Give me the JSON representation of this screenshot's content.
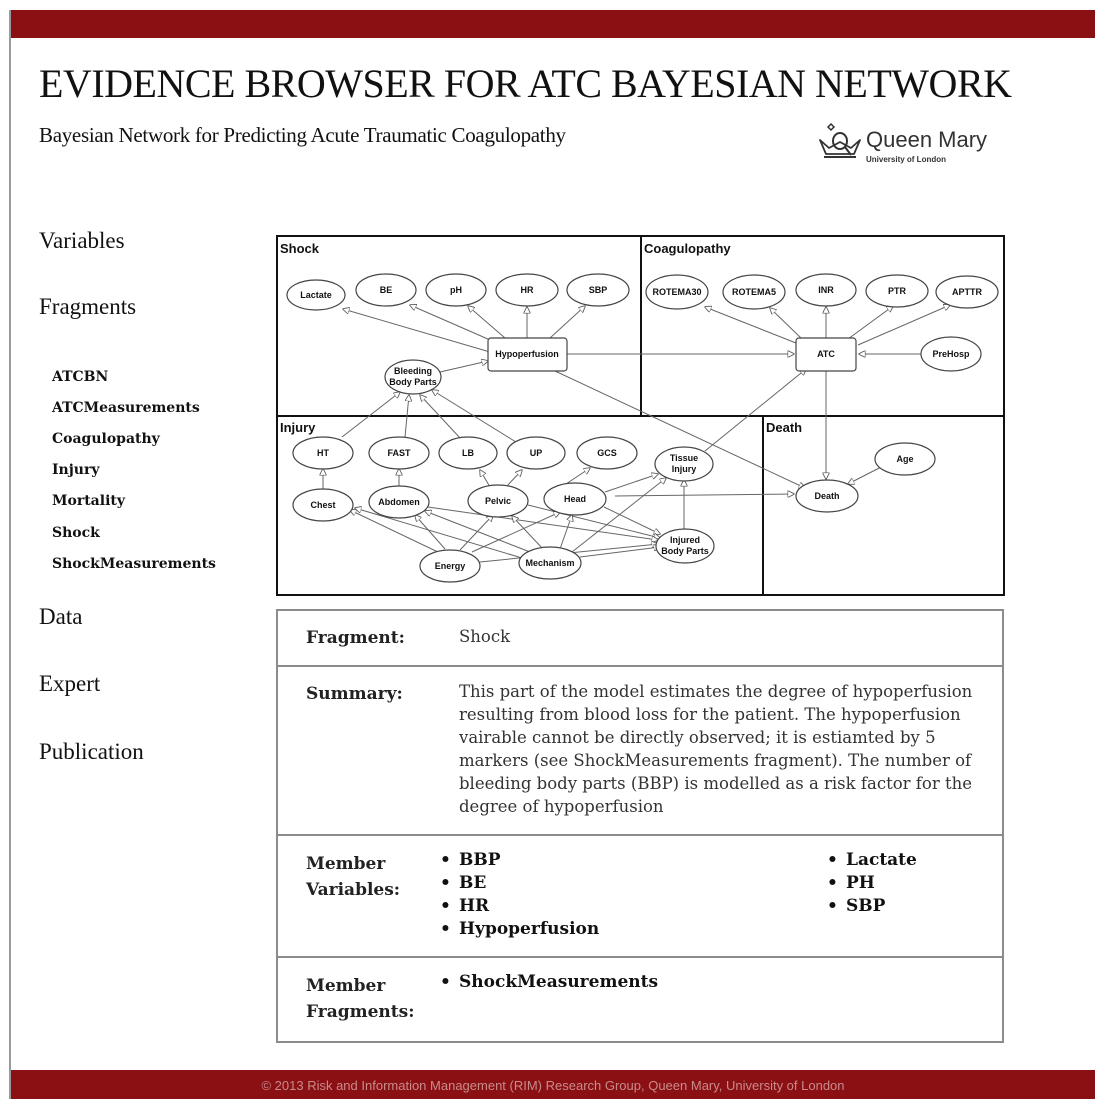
{
  "header": {
    "title": "EVIDENCE BROWSER FOR ATC BAYESIAN NETWORK",
    "subtitle": "Bayesian Network for Predicting Acute Traumatic Coagulopathy",
    "logo_name": "Queen Mary",
    "logo_sub": "University of London"
  },
  "nav": {
    "variables": "Variables",
    "fragments": "Fragments",
    "fragment_items": [
      "ATCBN",
      "ATCMeasurements",
      "Coagulopathy",
      "Injury",
      "Mortality",
      "Shock",
      "ShockMeasurements"
    ],
    "data": "Data",
    "expert": "Expert",
    "publication": "Publication"
  },
  "diagram": {
    "groups": [
      "Shock",
      "Coagulopathy",
      "Injury",
      "Death"
    ],
    "nodes": {
      "lactate": "Lactate",
      "be": "BE",
      "ph": "pH",
      "hr": "HR",
      "sbp": "SBP",
      "rotema30": "ROTEMA30",
      "rotema5": "ROTEMA5",
      "inr": "INR",
      "ptr": "PTR",
      "apttr": "APTTR",
      "bleeding1": "Bleeding",
      "bleeding2": "Body Parts",
      "hypoperfusion": "Hypoperfusion",
      "atc": "ATC",
      "prehosp": "PreHosp",
      "ht": "HT",
      "fast": "FAST",
      "lb": "LB",
      "up": "UP",
      "gcs": "GCS",
      "tissue1": "Tissue",
      "tissue2": "Injury",
      "age": "Age",
      "chest": "Chest",
      "abdomen": "Abdomen",
      "pelvic": "Pelvic",
      "head": "Head",
      "death": "Death",
      "injured1": "Injured",
      "injured2": "Body Parts",
      "energy": "Energy",
      "mechanism": "Mechanism"
    }
  },
  "fragment": {
    "fragment_label": "Fragment:",
    "fragment_value": "Shock",
    "summary_label": "Summary:",
    "summary_lines": [
      "This part of the model estimates the degree of hypoperfusion",
      "resulting from blood loss for the patient. The hypoperfusion",
      "vairable cannot be directly observed; it is estiamted by 5",
      "markers (see ShockMeasurements fragment). The number of",
      "bleeding body parts (BBP) is modelled as a risk factor for the",
      "degree of hypoperfusion"
    ],
    "member_label_1": "Member",
    "variables_label_2": "Variables:",
    "variables_col1": [
      "BBP",
      "BE",
      "HR",
      "Hypoperfusion"
    ],
    "variables_col2": [
      "Lactate",
      "PH",
      "SBP"
    ],
    "fragments_label_2": "Fragments:",
    "fragments_list": [
      "ShockMeasurements"
    ]
  },
  "footer": {
    "text": "© 2013 Risk and Information Management (RIM) Research Group, Queen Mary, University of London"
  },
  "colors": {
    "brand": "#8a1014",
    "border": "#8c8c8c"
  }
}
